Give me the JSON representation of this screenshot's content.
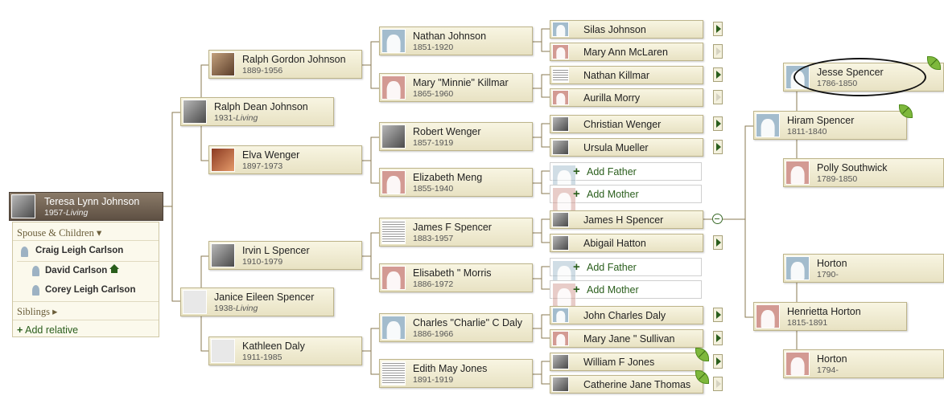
{
  "root": {
    "name": "Teresa Lynn Johnson",
    "dates_start": "1957-",
    "dates_living": "Living"
  },
  "panel": {
    "spouse_children_label": "Spouse & Children ▾",
    "children": [
      "Craig Leigh Carlson",
      "David Carlson",
      "Corey Leigh Carlson"
    ],
    "siblings_label": "Siblings ▸",
    "add_relative_label": "Add relative",
    "add_relative_icon": "plus-icon"
  },
  "generation1": [
    {
      "name": "Ralph Dean Johnson",
      "dates_start": "1931-",
      "dates_living": "Living"
    },
    {
      "name": "Janice Eileen Spencer",
      "dates_start": "1938-",
      "dates_living": "Living"
    }
  ],
  "generation2": [
    {
      "name": "Ralph Gordon Johnson",
      "dates": "1889-1956"
    },
    {
      "name": "Elva Wenger",
      "dates": "1897-1973"
    },
    {
      "name": "Irvin L Spencer",
      "dates": "1910-1979"
    },
    {
      "name": "Kathleen Daly",
      "dates": "1911-1985"
    }
  ],
  "generation3": [
    {
      "name": "Nathan Johnson",
      "dates": "1851-1920"
    },
    {
      "name": "Mary \"Minnie\" Killmar",
      "dates": "1865-1960"
    },
    {
      "name": "Robert Wenger",
      "dates": "1857-1919"
    },
    {
      "name": "Elizabeth Meng",
      "dates": "1855-1940"
    },
    {
      "name": "James F Spencer",
      "dates": "1883-1957"
    },
    {
      "name": "Elisabeth \" Morris",
      "dates": "1886-1972"
    },
    {
      "name": "Charles \"Charlie\" C Daly",
      "dates": "1886-1966"
    },
    {
      "name": "Edith May Jones",
      "dates": "1891-1919"
    }
  ],
  "generation4": [
    "Silas Johnson",
    "Mary Ann McLaren",
    "Nathan Killmar",
    "Aurilla Morry",
    "Christian Wenger",
    "Ursula Mueller",
    "James H Spencer",
    "Abigail Hatton",
    "John Charles Daly",
    "Mary Jane \" Sullivan",
    "William F Jones",
    "Catherine Jane Thomas"
  ],
  "add_labels": {
    "father": "Add Father",
    "mother": "Add Mother"
  },
  "side_tree": [
    {
      "name": "Jesse Spencer",
      "dates": "1786-1850"
    },
    {
      "name": "Hiram Spencer",
      "dates": "1811-1840"
    },
    {
      "name": "Polly Southwick",
      "dates": "1789-1850"
    },
    {
      "name": "Horton",
      "dates": "1790-"
    },
    {
      "name": "Henrietta Horton",
      "dates": "1815-1891"
    },
    {
      "name": "Horton",
      "dates": "1794-"
    }
  ],
  "colors": {
    "accent_green": "#2a5e1c",
    "card_bg": "#efeacf",
    "male": "#a3bccd",
    "female": "#d39a93",
    "root_bg": "#6f6153"
  }
}
